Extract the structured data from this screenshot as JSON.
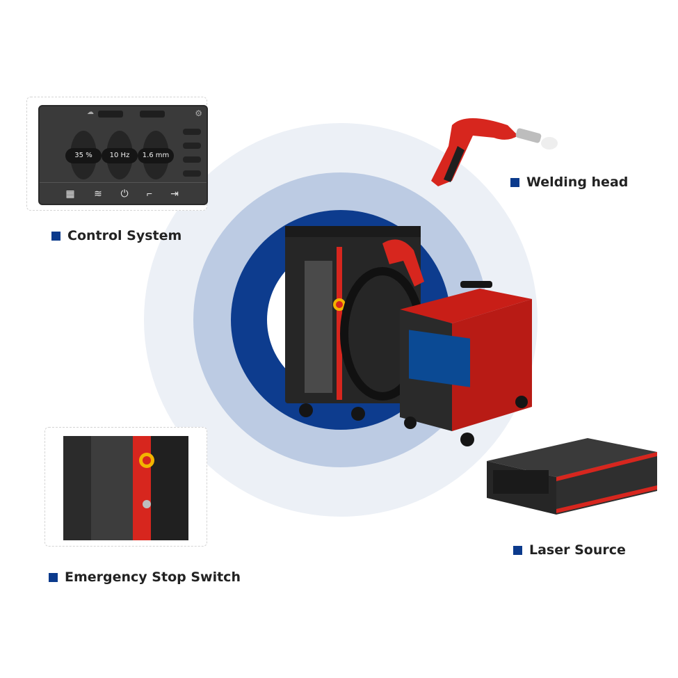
{
  "labels": {
    "control_system": "Control System",
    "welding_head": "Welding head",
    "laser_source": "Laser Source",
    "emergency_stop": "Emergency Stop Switch"
  },
  "control_panel": {
    "power_value": "35 %",
    "frequency_value": "10 Hz",
    "width_value": "1.6 mm"
  },
  "colors": {
    "accent_blue": "#0b3a8c",
    "ring_light": "#e9eef6",
    "ring_mid": "#b9c8e2",
    "ring_dark": "#0d3c8e",
    "machine_red": "#d7261e"
  }
}
